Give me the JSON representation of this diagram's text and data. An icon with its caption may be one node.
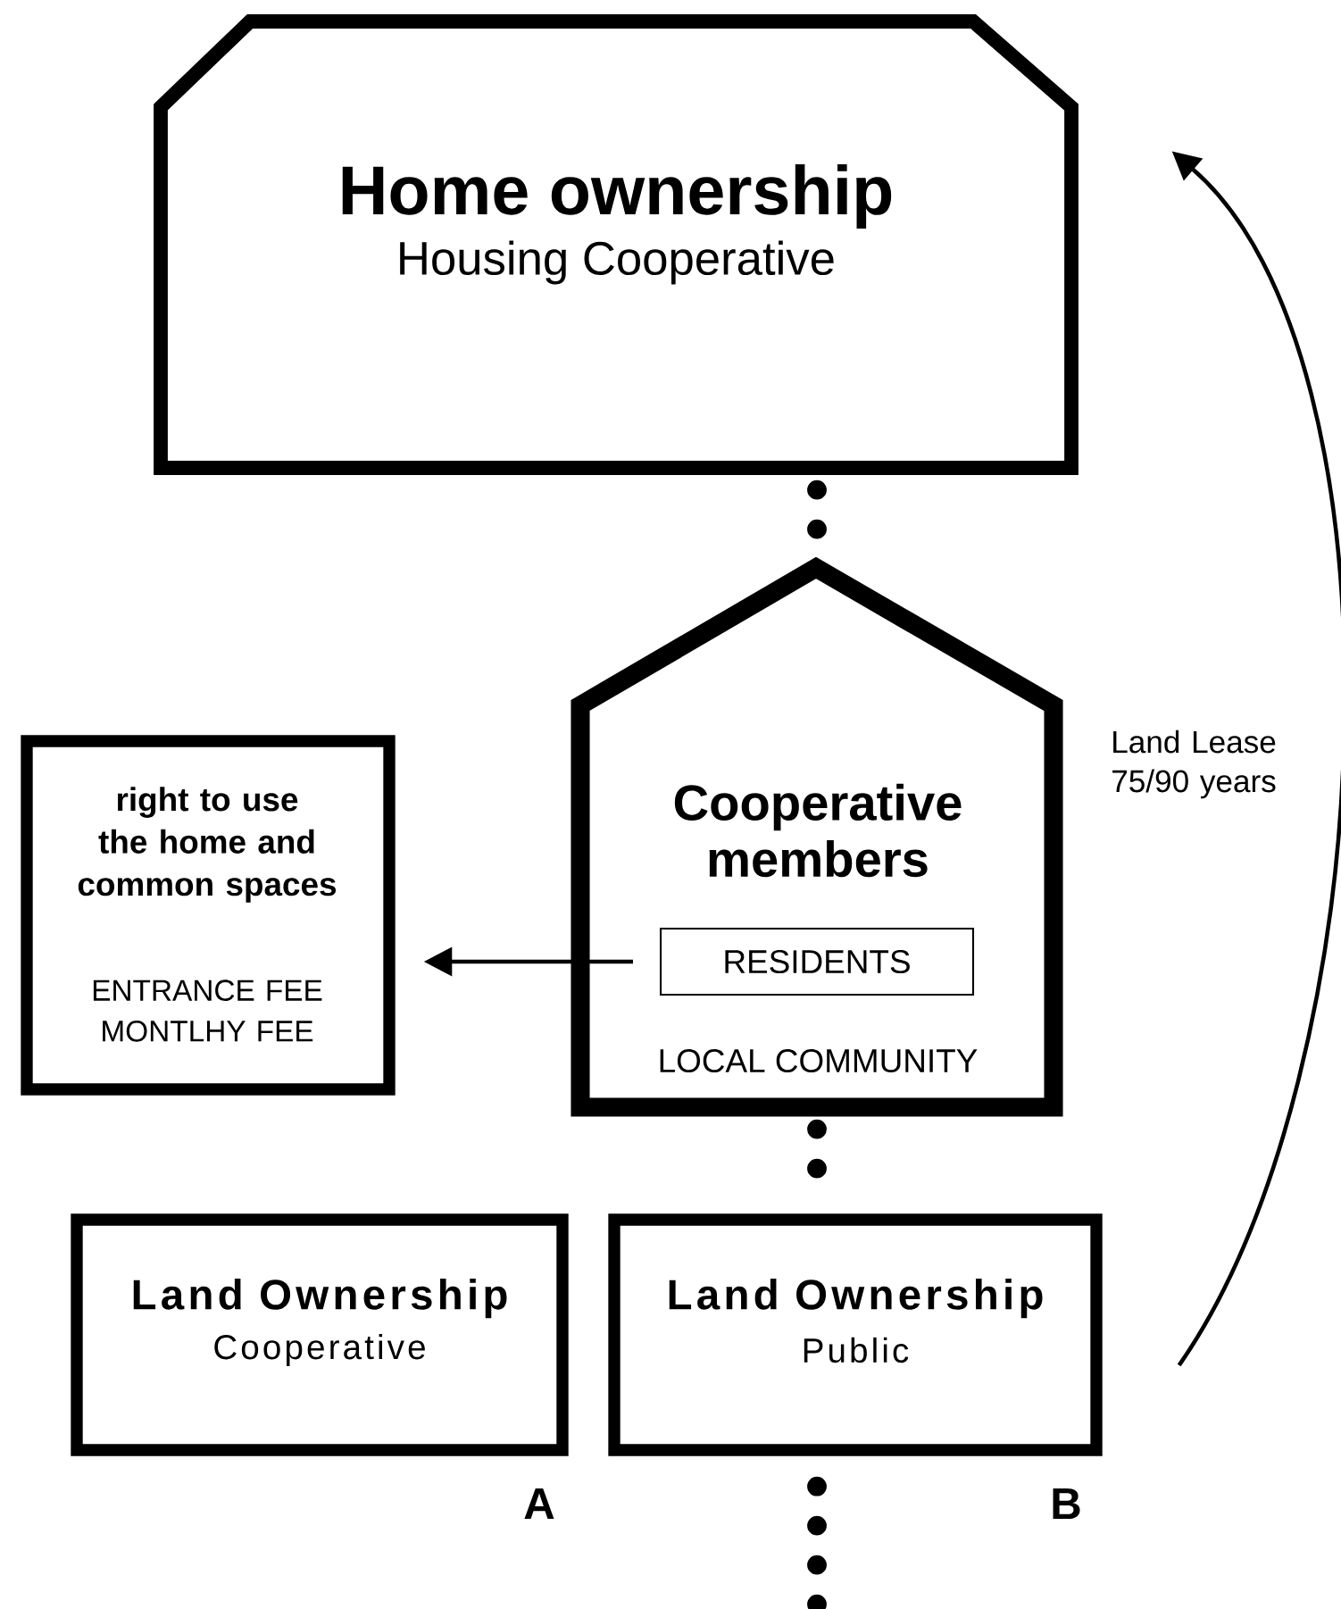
{
  "diagram": {
    "nodes": [
      {
        "text": [
          "Home ownership",
          "Housing Cooperative"
        ]
      },
      {
        "text": [
          "Cooperative members",
          "LOCAL COMMUNITY"
        ]
      },
      {
        "text": [
          "RESIDENTS"
        ],
        "in": 1
      },
      {
        "text": [
          "right to use the home and common spaces",
          "ENTRANCE FEE MONTLHY FEE"
        ]
      },
      {
        "text": [
          "Land Ownership",
          "Cooperative"
        ],
        "beside": [
          "A"
        ]
      },
      {
        "text": [
          "Land Ownership",
          "Public"
        ],
        "beside": [
          "B"
        ]
      }
    ],
    "edges": [
      {
        "from": 0,
        "to": 1,
        "arrow": "none",
        "style": "dashed"
      },
      {
        "from": 1,
        "to": 5,
        "arrow": "none",
        "style": "dashed"
      },
      {
        "from": 5,
        "to": null,
        "arrow": "none",
        "style": "dashed"
      },
      {
        "from": 2,
        "to": 3,
        "arrow": "to"
      },
      {
        "from": 5,
        "to": 0,
        "arrow": "to",
        "label": "Land Lease 75/90 years"
      }
    ]
  }
}
